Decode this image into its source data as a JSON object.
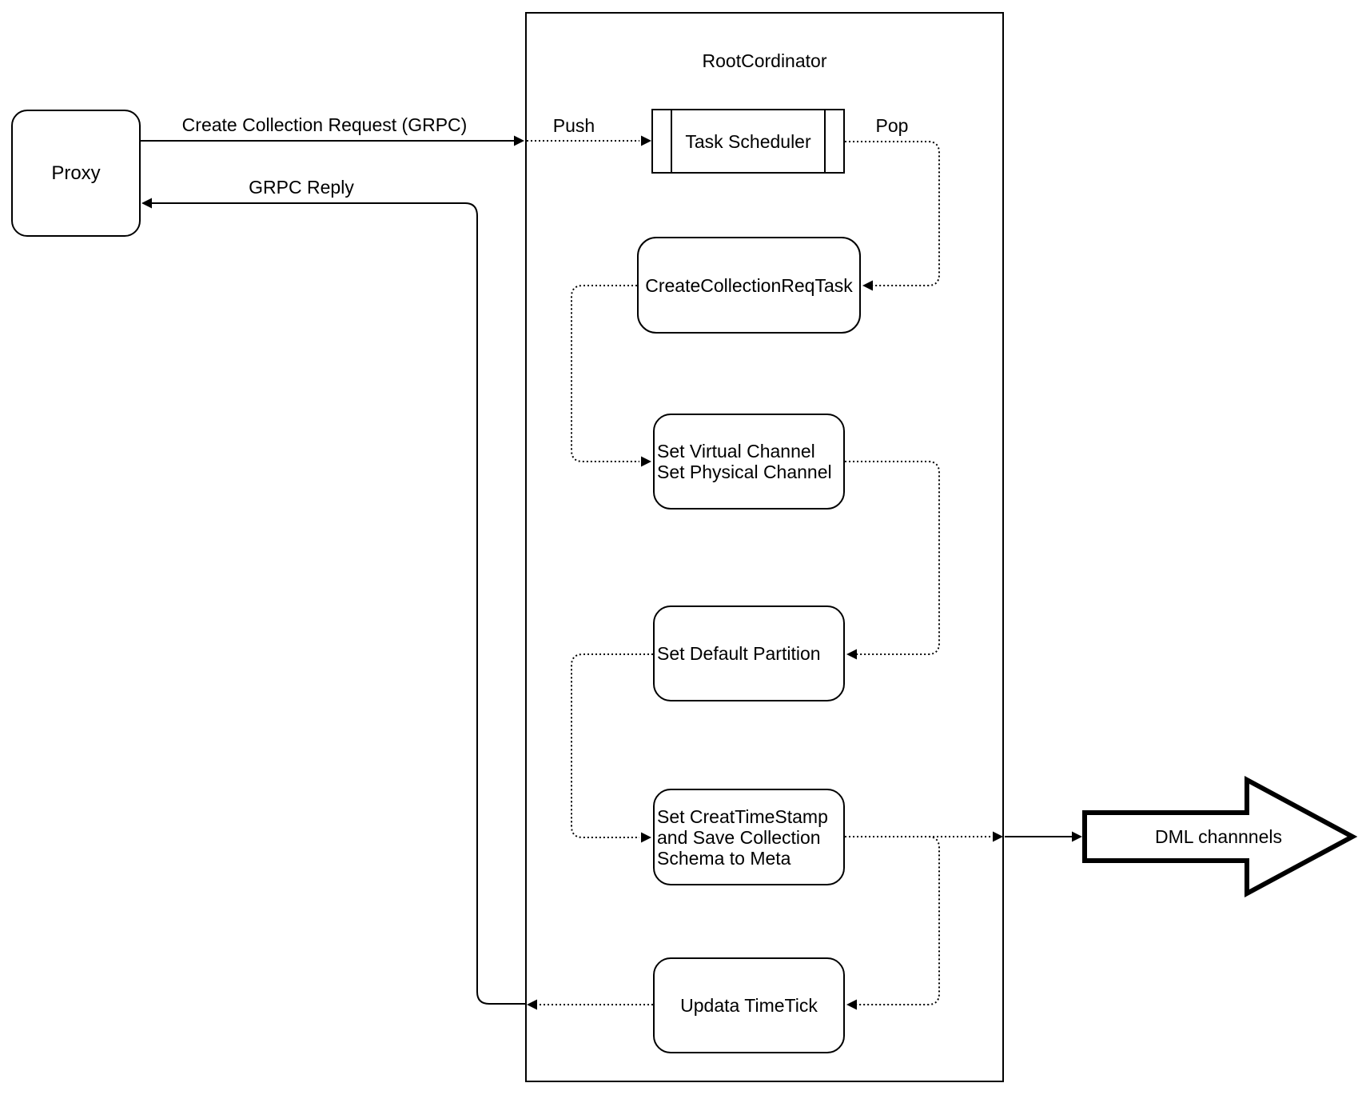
{
  "diagram": {
    "title": "RootCordinator",
    "nodes": {
      "proxy": "Proxy",
      "task_scheduler": "Task Scheduler",
      "create_collection_req_task": "CreateCollectionReqTask",
      "set_channels": "Set Virtual Channel\nSet Physical Channel",
      "set_default_partition": "Set Default Partition",
      "set_creat_timestamp": "Set CreatTimeStamp\nand Save Collection\nSchema to Meta",
      "updata_timetick": "Updata TimeTick",
      "dml_channels": "DML channnels"
    },
    "edge_labels": {
      "request": "Create Collection Request (GRPC)",
      "reply": "GRPC Reply",
      "push": "Push",
      "pop": "Pop"
    },
    "colors": {
      "stroke": "#000000",
      "background": "#ffffff"
    }
  }
}
